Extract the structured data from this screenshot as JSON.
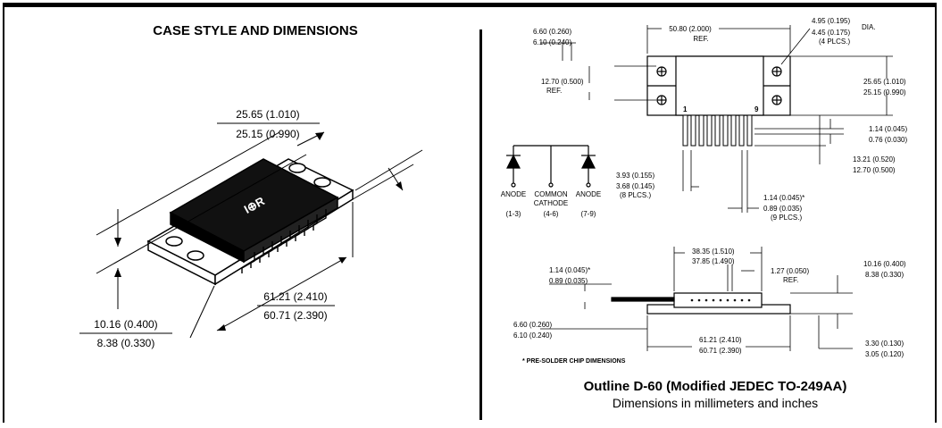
{
  "left_panel": {
    "title": "CASE STYLE AND DIMENSIONS",
    "logo_text": "I⊕R",
    "dim_width": {
      "top": "25.65 (1.010)",
      "bottom": "25.15 (0.990)"
    },
    "dim_length": {
      "top": "61.21 (2.410)",
      "bottom": "60.71 (2.390)"
    },
    "dim_height": {
      "top": "10.16 (0.400)",
      "bottom": "8.38 (0.330)"
    }
  },
  "right_panel": {
    "top_view": {
      "dim_flange": {
        "top": "6.60 (0.260)",
        "bottom": "6.10 (0.240)"
      },
      "dim_body": {
        "top": "50.80 (2.000)",
        "bottom": "REF."
      },
      "dim_hole": {
        "top": "4.95 (0.195)",
        "suffix": "DIA.",
        "bottom": "4.45 (0.175)",
        "note": "(4 PLCS.)"
      },
      "dim_holes_spacing": {
        "top": "12.70 (0.500)",
        "bottom": "REF."
      },
      "dim_width": {
        "top": "25.65 (1.010)",
        "bottom": "25.15 (0.990)"
      },
      "dim_lead_thickness": {
        "top": "1.14 (0.045)",
        "bottom": "0.76 (0.030)"
      },
      "dim_lead_length": {
        "top": "13.21 (0.520)",
        "bottom": "12.70 (0.500)"
      },
      "dim_pitch": {
        "top": "3.93 (0.155)",
        "bottom": "3.68 (0.145)",
        "note": "(8 PLCS.)"
      },
      "dim_lead_width": {
        "top": "1.14 (0.045)*",
        "bottom": "0.89 (0.035)",
        "note": "(9 PLCS.)"
      },
      "pin_first": "1",
      "pin_last": "9"
    },
    "schematic": {
      "anode_left": "ANODE",
      "anode_left_pins": "(1-3)",
      "common_line1": "COMMON",
      "common_line2": "CATHODE",
      "common_pins": "(4-6)",
      "anode_right": "ANODE",
      "anode_right_pins": "(7-9)"
    },
    "side_view": {
      "dim_body_len": {
        "top": "38.35 (1.510)",
        "bottom": "37.85 (1.490)"
      },
      "dim_lead": {
        "top": "1.14 (0.045)*",
        "bottom": "0.89 (0.035)"
      },
      "dim_offset": {
        "top": "1.27 (0.050)",
        "bottom": "REF."
      },
      "dim_height": {
        "top": "10.16 (0.400)",
        "bottom": "8.38 (0.330)"
      },
      "dim_flange": {
        "top": "6.60 (0.260)",
        "bottom": "6.10 (0.240)"
      },
      "dim_total": {
        "top": "61.21 (2.410)",
        "bottom": "60.71 (2.390)"
      },
      "dim_base": {
        "top": "3.30 (0.130)",
        "bottom": "3.05 (0.120)"
      }
    },
    "footnote": "* PRE-SOLDER CHIP DIMENSIONS",
    "caption_title": "Outline D-60 (Modified JEDEC TO-249AA)",
    "caption_sub": "Dimensions in millimeters and inches"
  }
}
